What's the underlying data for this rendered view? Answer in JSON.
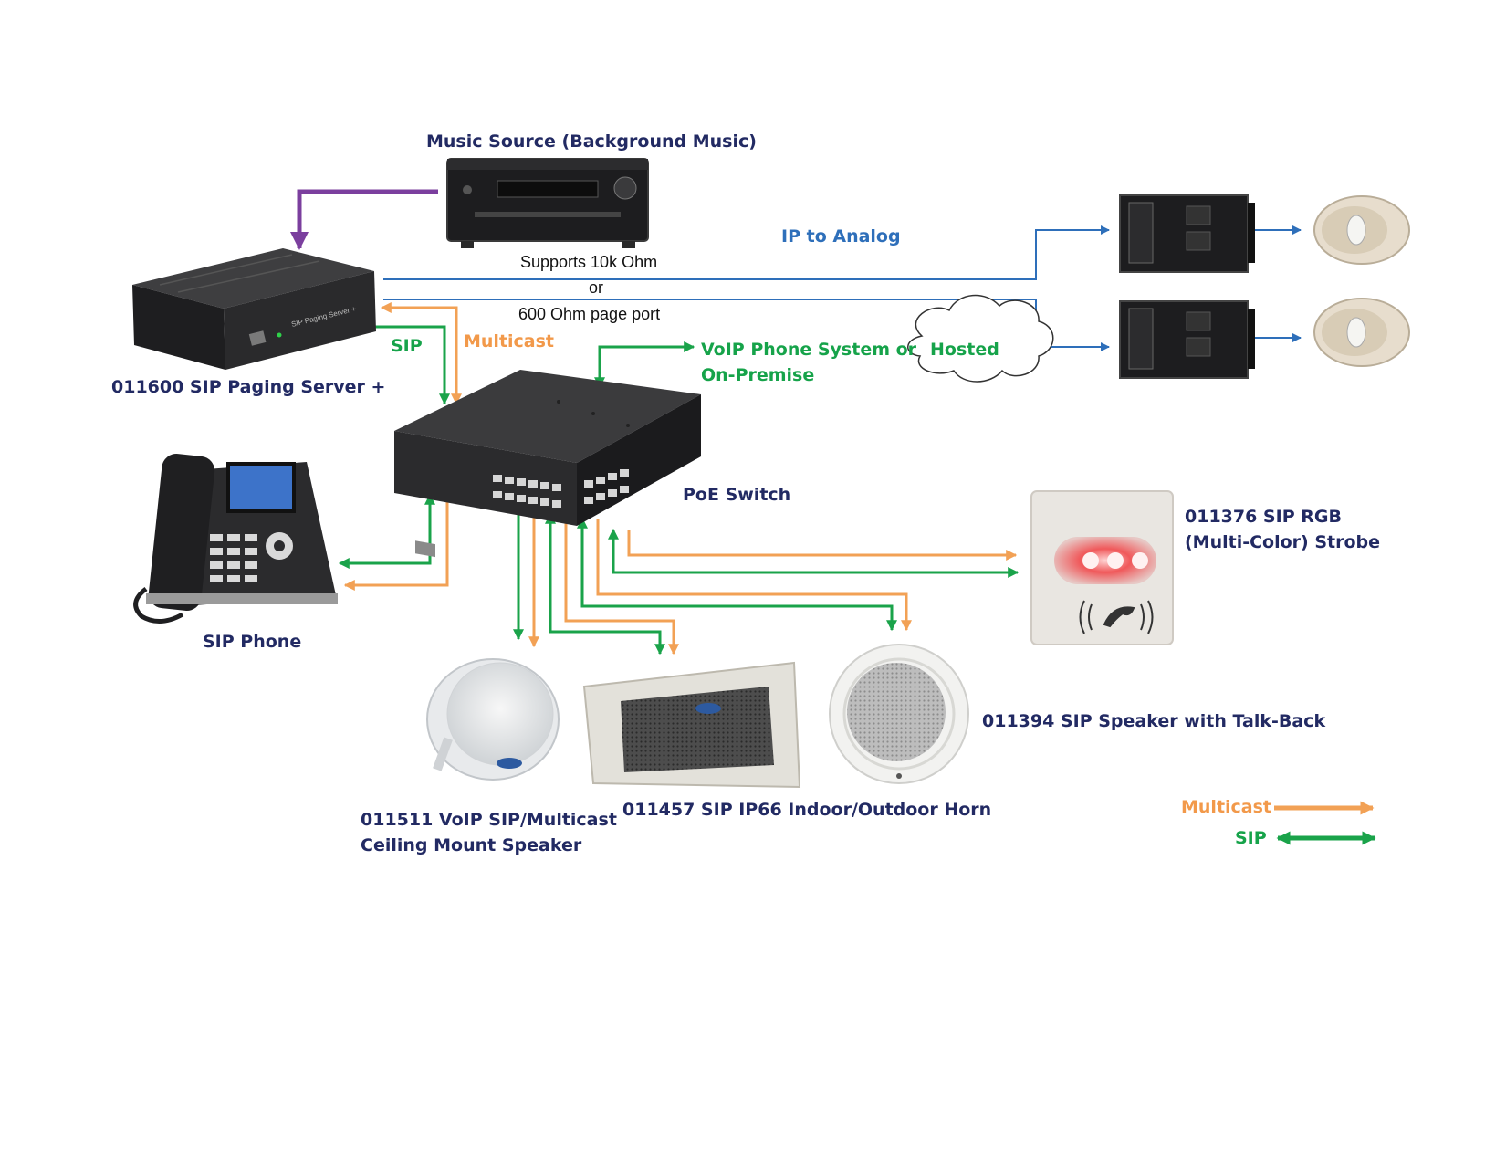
{
  "labels": {
    "music_source": "Music Source (Background Music)",
    "supports_line1": "Supports 10k Ohm",
    "supports_line2": "or",
    "supports_line3": "600 Ohm page port",
    "ip_to_analog": "IP to Analog",
    "paging_server": "011600 SIP Paging Server +",
    "sip_link": "SIP",
    "multicast_link": "Multicast",
    "voip_system": "VoIP Phone System  or",
    "on_premise": "On-Premise",
    "hosted": "Hosted",
    "poe_switch": "PoE Switch",
    "sip_phone": "SIP Phone",
    "strobe_line1": "011376 SIP RGB",
    "strobe_line2": "(Multi-Color) Strobe",
    "talkback": "011394 SIP Speaker with Talk-Back",
    "ceiling_line1": "011511 VoIP SIP/Multicast",
    "ceiling_line2": "Ceiling Mount Speaker",
    "horn": "011457 SIP IP66 Indoor/Outdoor Horn"
  },
  "device_text": {
    "server_brand": "SIP Paging Server +"
  },
  "legend": {
    "multicast": "Multicast",
    "sip": "SIP"
  },
  "colors": {
    "sip": "#1aa34a",
    "multicast": "#f2a155",
    "ip_analog": "#2e6fba",
    "music": "#7b3f9e",
    "label_navy": "#222a63"
  }
}
